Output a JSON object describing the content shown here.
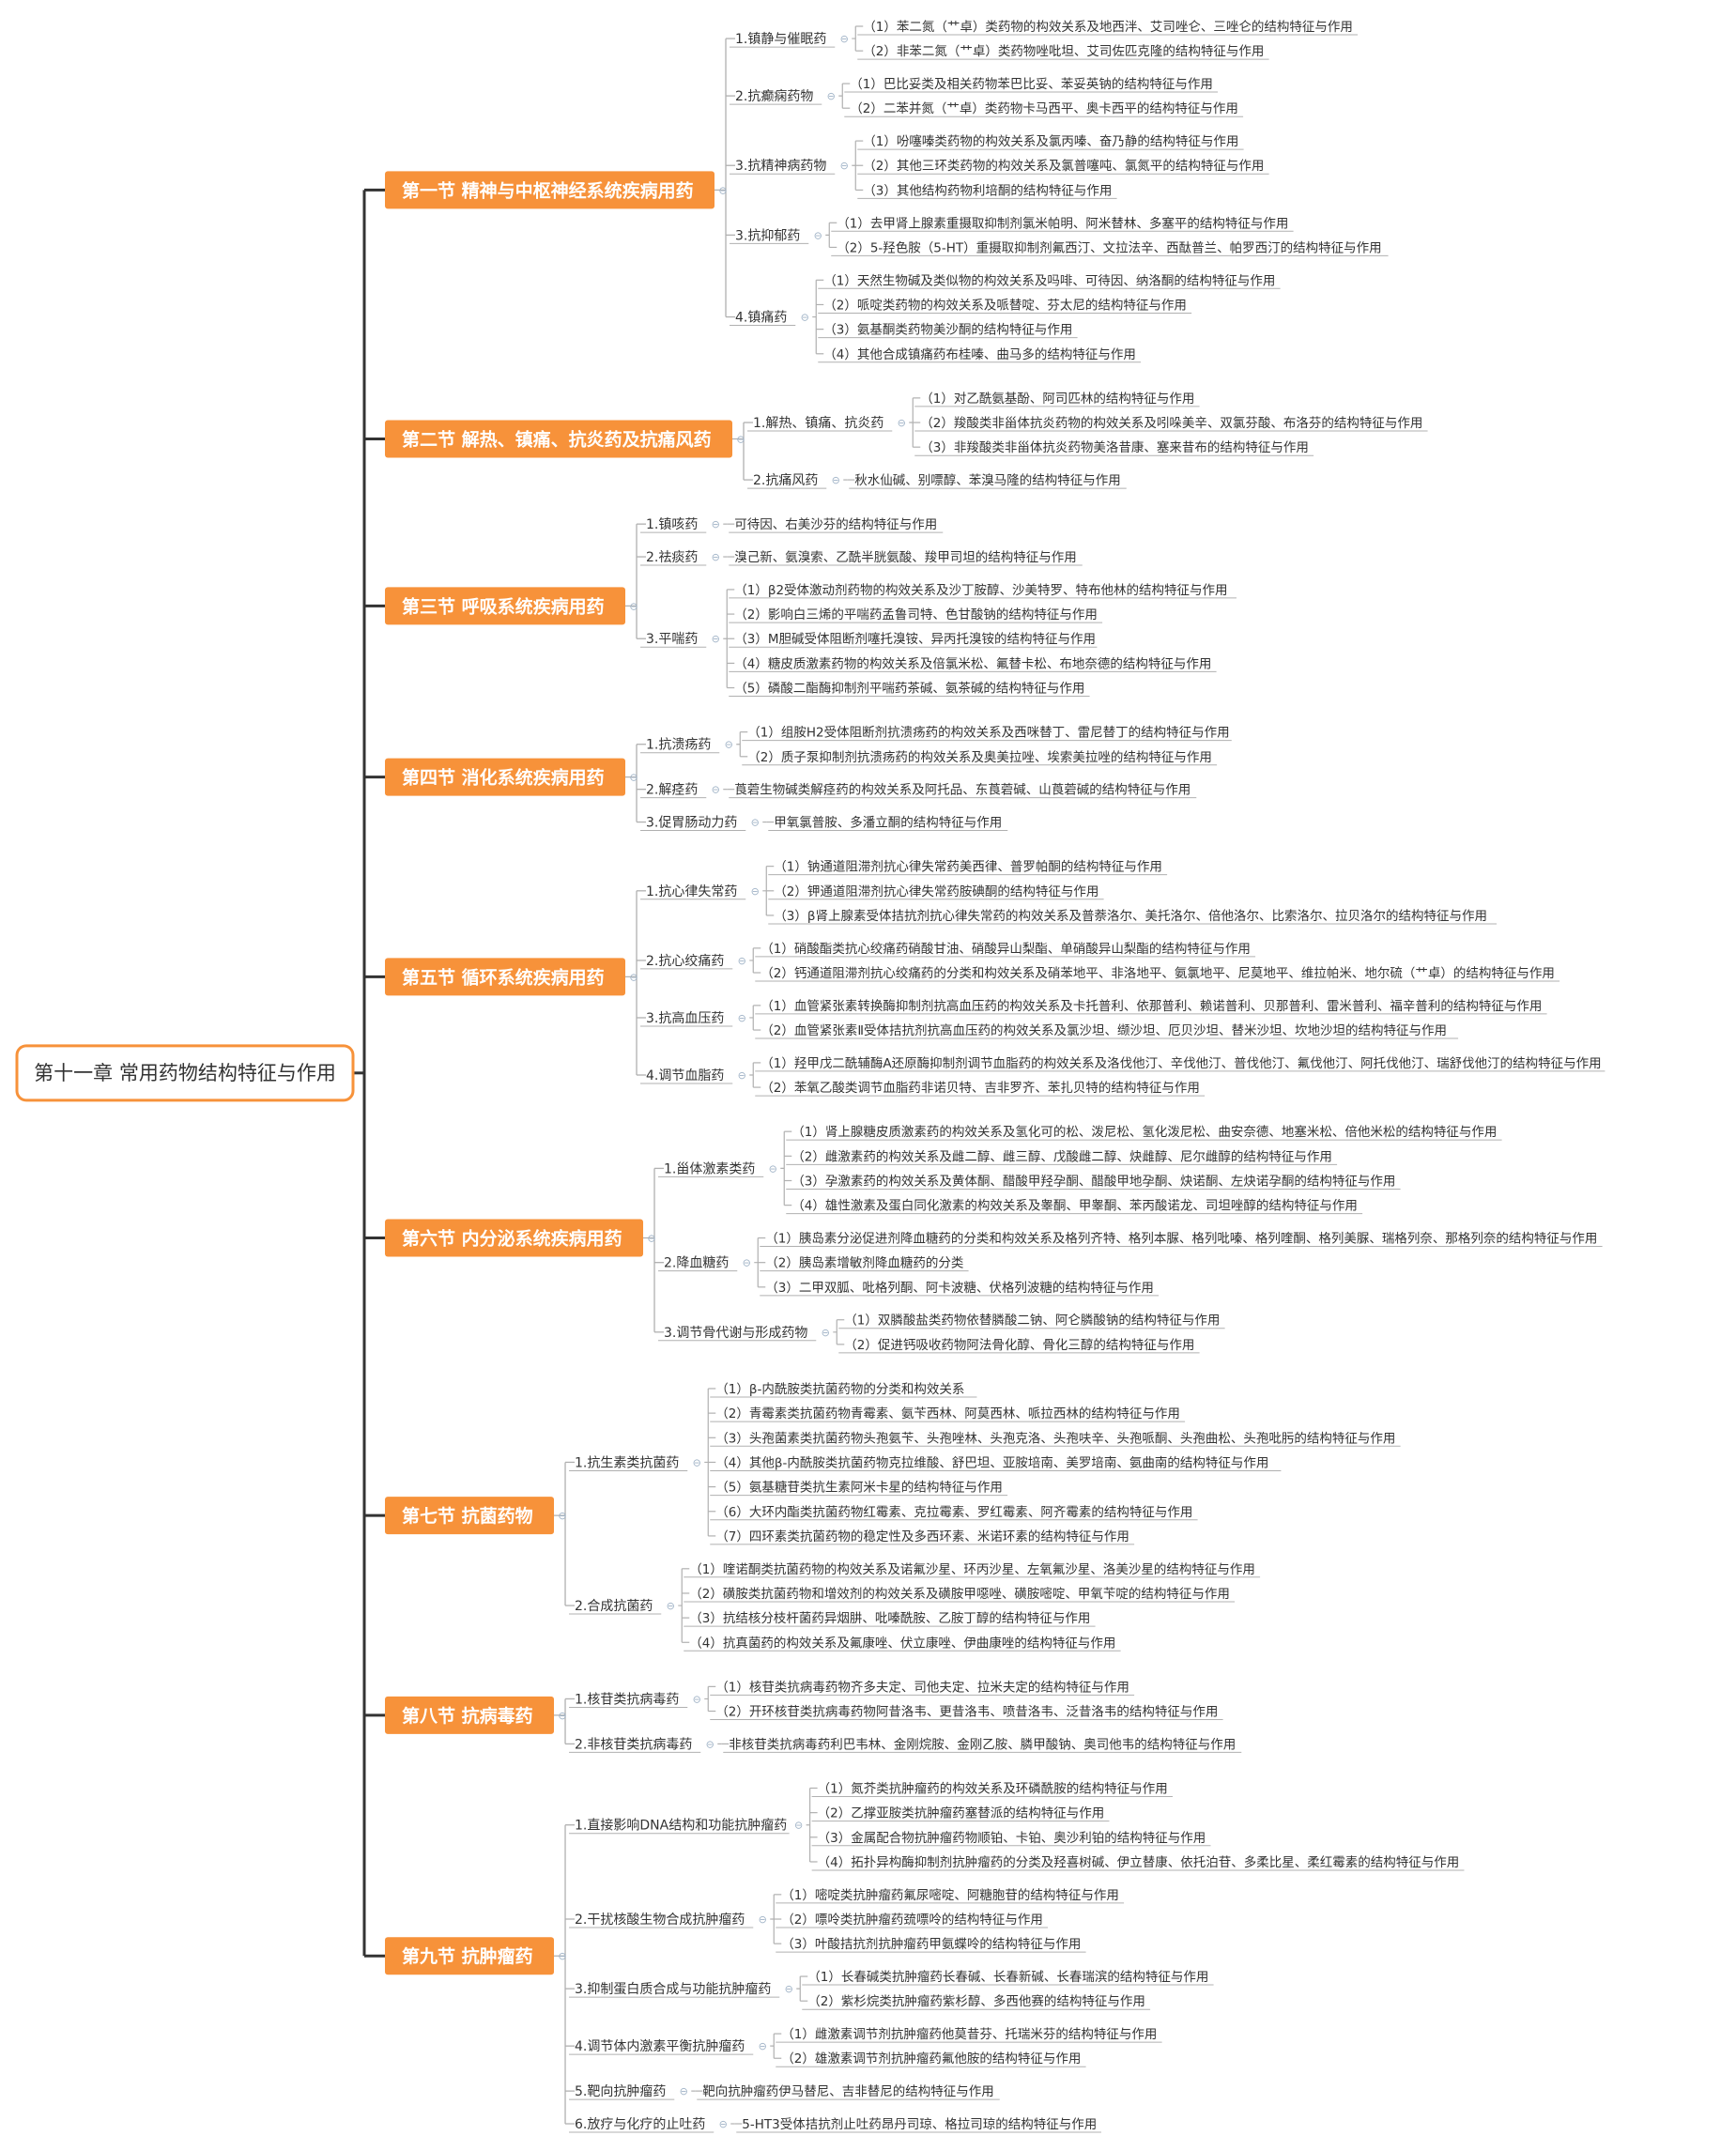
{
  "root": "第十一章 常用药物结构特征与作用",
  "collapse_icon": "⊖",
  "colors": {
    "section_fill": "#f7923a",
    "root_border": "#f7923a",
    "trunk_line": "#333333",
    "branch_line": "#b0b0b0",
    "text": "#333333"
  },
  "sections": [
    {
      "label": "第一节 精神与中枢神经系统疾病用药",
      "subs": [
        {
          "label": "1.镇静与催眠药",
          "items": [
            "（1）苯二氮（艹卓）类药物的构效关系及地西泮、艾司唑仑、三唑仑的结构特征与作用",
            "（2）非苯二氮（艹卓）类药物唑吡坦、艾司佐匹克隆的结构特征与作用"
          ]
        },
        {
          "label": "2.抗癫痫药物",
          "items": [
            "（1）巴比妥类及相关药物苯巴比妥、苯妥英钠的结构特征与作用",
            "（2）二苯并氮（艹卓）类药物卡马西平、奥卡西平的结构特征与作用"
          ]
        },
        {
          "label": "3.抗精神病药物",
          "items": [
            "（1）吩噻嗪类药物的构效关系及氯丙嗪、奋乃静的结构特征与作用",
            "（2）其他三环类药物的构效关系及氯普噻吨、氯氮平的结构特征与作用",
            "（3）其他结构药物利培酮的结构特征与作用"
          ]
        },
        {
          "label": "3.抗抑郁药",
          "items": [
            "（1）去甲肾上腺素重摄取抑制剂氯米帕明、阿米替林、多塞平的结构特征与作用",
            "（2）5-羟色胺（5-HT）重摄取抑制剂氟西汀、文拉法辛、西酞普兰、帕罗西汀的结构特征与作用"
          ]
        },
        {
          "label": "4.镇痛药",
          "items": [
            "（1）天然生物碱及类似物的构效关系及吗啡、可待因、纳洛酮的结构特征与作用",
            "（2）哌啶类药物的构效关系及哌替啶、芬太尼的结构特征与作用",
            "（3）氨基酮类药物美沙酮的结构特征与作用",
            "（4）其他合成镇痛药布桂嗪、曲马多的结构特征与作用"
          ]
        }
      ]
    },
    {
      "label": "第二节 解热、镇痛、抗炎药及抗痛风药",
      "subs": [
        {
          "label": "1.解热、镇痛、抗炎药",
          "items": [
            "（1）对乙酰氨基酚、阿司匹林的结构特征与作用",
            "（2）羧酸类非甾体抗炎药物的构效关系及吲哚美辛、双氯芬酸、布洛芬的结构特征与作用",
            "（3）非羧酸类非甾体抗炎药物美洛昔康、塞来昔布的结构特征与作用"
          ]
        },
        {
          "label": "2.抗痛风药",
          "items": [
            "秋水仙碱、别嘌醇、苯溴马隆的结构特征与作用"
          ]
        }
      ]
    },
    {
      "label": "第三节 呼吸系统疾病用药",
      "subs": [
        {
          "label": "1.镇咳药",
          "items": [
            "可待因、右美沙芬的结构特征与作用"
          ]
        },
        {
          "label": "2.祛痰药",
          "items": [
            "溴己新、氨溴索、乙酰半胱氨酸、羧甲司坦的结构特征与作用"
          ]
        },
        {
          "label": "3.平喘药",
          "items": [
            "（1）β2受体激动剂药物的构效关系及沙丁胺醇、沙美特罗、特布他林的结构特征与作用",
            "（2）影响白三烯的平喘药孟鲁司特、色甘酸钠的结构特征与作用",
            "（3）M胆碱受体阻断剂噻托溴铵、异丙托溴铵的结构特征与作用",
            "（4）糖皮质激素药物的构效关系及倍氯米松、氟替卡松、布地奈德的结构特征与作用",
            "（5）磷酸二酯酶抑制剂平喘药茶碱、氨茶碱的结构特征与作用"
          ]
        }
      ]
    },
    {
      "label": "第四节 消化系统疾病用药",
      "subs": [
        {
          "label": "1.抗溃疡药",
          "items": [
            "（1）组胺H2受体阻断剂抗溃疡药的构效关系及西咪替丁、雷尼替丁的结构特征与作用",
            "（2）质子泵抑制剂抗溃疡药的构效关系及奥美拉唑、埃索美拉唑的结构特征与作用"
          ]
        },
        {
          "label": "2.解痉药",
          "items": [
            "莨菪生物碱类解痉药的构效关系及阿托品、东莨菪碱、山莨菪碱的结构特征与作用"
          ]
        },
        {
          "label": "3.促胃肠动力药",
          "items": [
            "甲氧氯普胺、多潘立酮的结构特征与作用"
          ]
        }
      ]
    },
    {
      "label": "第五节 循环系统疾病用药",
      "subs": [
        {
          "label": "1.抗心律失常药",
          "items": [
            "（1）钠通道阻滞剂抗心律失常药美西律、普罗帕酮的结构特征与作用",
            "（2）钾通道阻滞剂抗心律失常药胺碘酮的结构特征与作用",
            "（3）β肾上腺素受体拮抗剂抗心律失常药的构效关系及普萘洛尔、美托洛尔、倍他洛尔、比索洛尔、拉贝洛尔的结构特征与作用"
          ]
        },
        {
          "label": "2.抗心绞痛药",
          "items": [
            "（1）硝酸酯类抗心绞痛药硝酸甘油、硝酸异山梨酯、单硝酸异山梨酯的结构特征与作用",
            "（2）钙通道阻滞剂抗心绞痛药的分类和构效关系及硝苯地平、非洛地平、氨氯地平、尼莫地平、维拉帕米、地尔硫（艹卓）的结构特征与作用"
          ]
        },
        {
          "label": "3.抗高血压药",
          "items": [
            "（1）血管紧张素转换酶抑制剂抗高血压药的构效关系及卡托普利、依那普利、赖诺普利、贝那普利、雷米普利、福辛普利的结构特征与作用",
            "（2）血管紧张素Ⅱ受体拮抗剂抗高血压药的构效关系及氯沙坦、缬沙坦、厄贝沙坦、替米沙坦、坎地沙坦的结构特征与作用"
          ]
        },
        {
          "label": "4.调节血脂药",
          "items": [
            "（1）羟甲戊二酰辅酶A还原酶抑制剂调节血脂药的构效关系及洛伐他汀、辛伐他汀、普伐他汀、氟伐他汀、阿托伐他汀、瑞舒伐他汀的结构特征与作用",
            "（2）苯氧乙酸类调节血脂药非诺贝特、吉非罗齐、苯扎贝特的结构特征与作用"
          ]
        }
      ]
    },
    {
      "label": "第六节 内分泌系统疾病用药",
      "subs": [
        {
          "label": "1.甾体激素类药",
          "items": [
            "（1）肾上腺糖皮质激素药的构效关系及氢化可的松、泼尼松、氢化泼尼松、曲安奈德、地塞米松、倍他米松的结构特征与作用",
            "（2）雌激素药的构效关系及雌二醇、雌三醇、戊酸雌二醇、炔雌醇、尼尔雌醇的结构特征与作用",
            "（3）孕激素药的构效关系及黄体酮、醋酸甲羟孕酮、醋酸甲地孕酮、炔诺酮、左炔诺孕酮的结构特征与作用",
            "（4）雄性激素及蛋白同化激素的构效关系及睾酮、甲睾酮、苯丙酸诺龙、司坦唑醇的结构特征与作用"
          ]
        },
        {
          "label": "2.降血糖药",
          "items": [
            "（1）胰岛素分泌促进剂降血糖药的分类和构效关系及格列齐特、格列本脲、格列吡嗪、格列喹酮、格列美脲、瑞格列奈、那格列奈的结构特征与作用",
            "（2）胰岛素增敏剂降血糖药的分类",
            "（3）二甲双胍、吡格列酮、阿卡波糖、伏格列波糖的结构特征与作用"
          ]
        },
        {
          "label": "3.调节骨代谢与形成药物",
          "items": [
            "（1）双膦酸盐类药物依替膦酸二钠、阿仑膦酸钠的结构特征与作用",
            "（2）促进钙吸收药物阿法骨化醇、骨化三醇的结构特征与作用"
          ]
        }
      ]
    },
    {
      "label": "第七节 抗菌药物",
      "subs": [
        {
          "label": "1.抗生素类抗菌药",
          "items": [
            "（1）β-内酰胺类抗菌药物的分类和构效关系",
            "（2）青霉素类抗菌药物青霉素、氨苄西林、阿莫西林、哌拉西林的结构特征与作用",
            "（3）头孢菌素类抗菌药物头孢氨苄、头孢唑林、头孢克洛、头孢呋辛、头孢哌酮、头孢曲松、头孢吡肟的结构特征与作用",
            "（4）其他β-内酰胺类抗菌药物克拉维酸、舒巴坦、亚胺培南、美罗培南、氨曲南的结构特征与作用",
            "（5）氨基糖苷类抗生素阿米卡星的结构特征与作用",
            "（6）大环内酯类抗菌药物红霉素、克拉霉素、罗红霉素、阿齐霉素的结构特征与作用",
            "（7）四环素类抗菌药物的稳定性及多西环素、米诺环素的结构特征与作用"
          ]
        },
        {
          "label": "2.合成抗菌药",
          "items": [
            "（1）喹诺酮类抗菌药物的构效关系及诺氟沙星、环丙沙星、左氧氟沙星、洛美沙星的结构特征与作用",
            "（2）磺胺类抗菌药物和增效剂的构效关系及磺胺甲噁唑、磺胺嘧啶、甲氧苄啶的结构特征与作用",
            "（3）抗结核分枝杆菌药异烟肼、吡嗪酰胺、乙胺丁醇的结构特征与作用",
            "（4）抗真菌药的构效关系及氟康唑、伏立康唑、伊曲康唑的结构特征与作用"
          ]
        }
      ]
    },
    {
      "label": "第八节 抗病毒药",
      "subs": [
        {
          "label": "1.核苷类抗病毒药",
          "items": [
            "（1）核苷类抗病毒药物齐多夫定、司他夫定、拉米夫定的结构特征与作用",
            "（2）开环核苷类抗病毒药物阿昔洛韦、更昔洛韦、喷昔洛韦、泛昔洛韦的结构特征与作用"
          ]
        },
        {
          "label": "2.非核苷类抗病毒药",
          "items": [
            "非核苷类抗病毒药利巴韦林、金刚烷胺、金刚乙胺、膦甲酸钠、奥司他韦的结构特征与作用"
          ]
        }
      ]
    },
    {
      "label": "第九节 抗肿瘤药",
      "subs": [
        {
          "label": "1.直接影响DNA结构和功能抗肿瘤药",
          "items": [
            "（1）氮芥类抗肿瘤药的构效关系及环磷酰胺的结构特征与作用",
            "（2）乙撑亚胺类抗肿瘤药塞替派的结构特征与作用",
            "（3）金属配合物抗肿瘤药物顺铂、卡铂、奥沙利铂的结构特征与作用",
            "（4）拓扑异构酶抑制剂抗肿瘤药的分类及羟喜树碱、伊立替康、依托泊苷、多柔比星、柔红霉素的结构特征与作用"
          ]
        },
        {
          "label": "2.干扰核酸生物合成抗肿瘤药",
          "items": [
            "（1）嘧啶类抗肿瘤药氟尿嘧啶、阿糖胞苷的结构特征与作用",
            "（2）嘌呤类抗肿瘤药巯嘌呤的结构特征与作用",
            "（3）叶酸拮抗剂抗肿瘤药甲氨蝶呤的结构特征与作用"
          ]
        },
        {
          "label": "3.抑制蛋白质合成与功能抗肿瘤药",
          "items": [
            "（1）长春碱类抗肿瘤药长春碱、长春新碱、长春瑞滨的结构特征与作用",
            "（2）紫杉烷类抗肿瘤药紫杉醇、多西他赛的结构特征与作用"
          ]
        },
        {
          "label": "4.调节体内激素平衡抗肿瘤药",
          "items": [
            "（1）雌激素调节剂抗肿瘤药他莫昔芬、托瑞米芬的结构特征与作用",
            "（2）雄激素调节剂抗肿瘤药氟他胺的结构特征与作用"
          ]
        },
        {
          "label": "5.靶向抗肿瘤药",
          "items": [
            "靶向抗肿瘤药伊马替尼、吉非替尼的结构特征与作用"
          ]
        },
        {
          "label": "6.放疗与化疗的止吐药",
          "items": [
            "5-HT3受体拮抗剂止吐药昂丹司琼、格拉司琼的结构特征与作用"
          ]
        }
      ]
    }
  ]
}
